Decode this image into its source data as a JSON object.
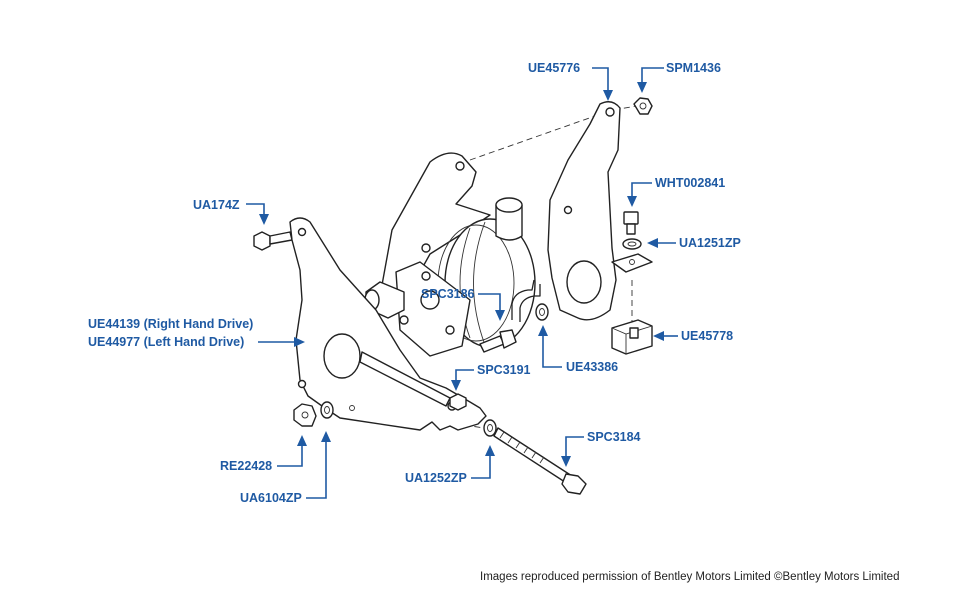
{
  "callouts": [
    {
      "id": "ue45776",
      "text": "UE45776"
    },
    {
      "id": "spm1436",
      "text": "SPM1436"
    },
    {
      "id": "wht002841",
      "text": "WHT002841"
    },
    {
      "id": "ua1251zp",
      "text": "UA1251ZP"
    },
    {
      "id": "ua174z",
      "text": "UA174Z"
    },
    {
      "id": "spc3186",
      "text": "SPC3186"
    },
    {
      "id": "ue45778",
      "text": "UE45778"
    },
    {
      "id": "ue44139",
      "text": "UE44139 (Right Hand Drive)"
    },
    {
      "id": "ue44977",
      "text": "UE44977 (Left Hand Drive)"
    },
    {
      "id": "ue43386",
      "text": "UE43386"
    },
    {
      "id": "spc3191",
      "text": "SPC3191"
    },
    {
      "id": "spc3184",
      "text": "SPC3184"
    },
    {
      "id": "re22428",
      "text": "RE22428"
    },
    {
      "id": "ua1252zp",
      "text": "UA1252ZP"
    },
    {
      "id": "ua6104zp",
      "text": "UA6104ZP"
    }
  ],
  "credit": "Images reproduced permission of Bentley Motors Limited ©Bentley Motors Limited",
  "colors": {
    "callout": "#1f5aa3",
    "linework": "#222222",
    "background": "#ffffff"
  }
}
